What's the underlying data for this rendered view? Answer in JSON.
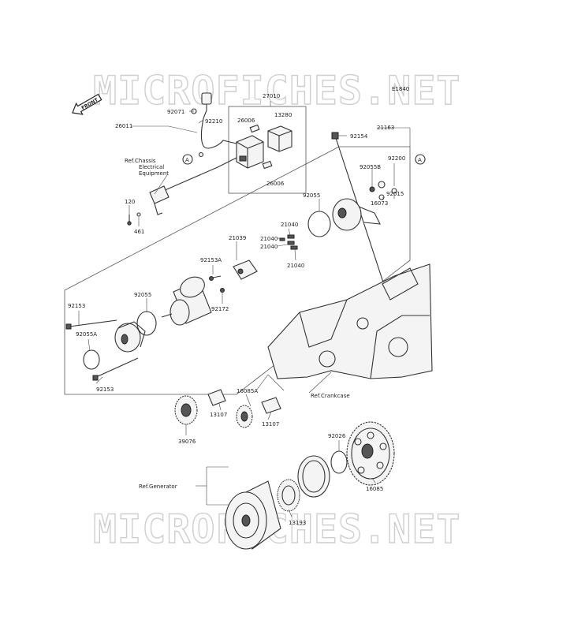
{
  "diagram": {
    "code": "E1840",
    "front_label": "FRONT",
    "watermark": "MICROFICHES.NET",
    "ref_labels": {
      "chassis_1": "Ref.Chassis",
      "chassis_2": "Electrical",
      "chassis_3": "Equipment",
      "crankcase": "Ref.Crankcase",
      "generator": "Ref.Generator"
    },
    "callout": "A",
    "parts": {
      "p27010": "27010",
      "p92071": "92071",
      "p92210": "92210",
      "p26011": "26011",
      "p13280": "13280",
      "p26006a": "26006",
      "p26006b": "26006",
      "p120": "120",
      "p461": "461",
      "p92154": "92154",
      "p21163": "21163",
      "p92200": "92200",
      "p92055b": "92055B",
      "p92015": "92015",
      "p16073": "16073",
      "p92055top": "92055",
      "p21040a": "21040",
      "p21040b": "21040",
      "p21040c": "21040",
      "p21040d": "21040",
      "p21039": "21039",
      "p92153a": "92153A",
      "p92172": "92172",
      "p92153top": "92153",
      "p92055mid": "92055",
      "p92055a": "92055A",
      "p92153bot": "92153",
      "p16085a": "16085A",
      "p13107a": "13107",
      "p13107b": "13107",
      "p39076": "39076",
      "p92026": "92026",
      "p16085": "16085",
      "p13193": "13193"
    }
  }
}
